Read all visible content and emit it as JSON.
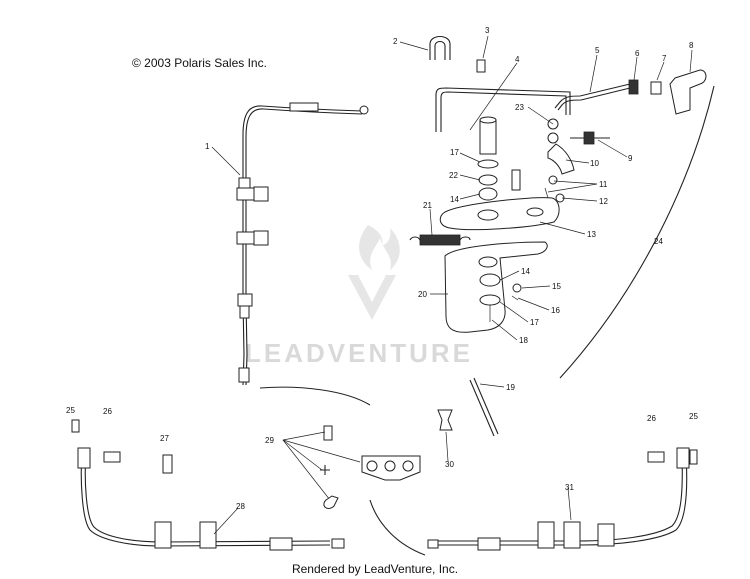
{
  "copyright": "© 2003 Polaris Sales Inc.",
  "footer": "Rendered by LeadVenture, Inc.",
  "watermark": "LEADVENTURE",
  "callouts": [
    "1",
    "2",
    "3",
    "4",
    "5",
    "6",
    "7",
    "8",
    "9",
    "10",
    "11",
    "12",
    "13",
    "14",
    "14",
    "15",
    "16",
    "17",
    "17",
    "18",
    "19",
    "20",
    "21",
    "22",
    "23",
    "24",
    "25",
    "25",
    "26",
    "26",
    "27",
    "28",
    "29",
    "30",
    "31"
  ]
}
